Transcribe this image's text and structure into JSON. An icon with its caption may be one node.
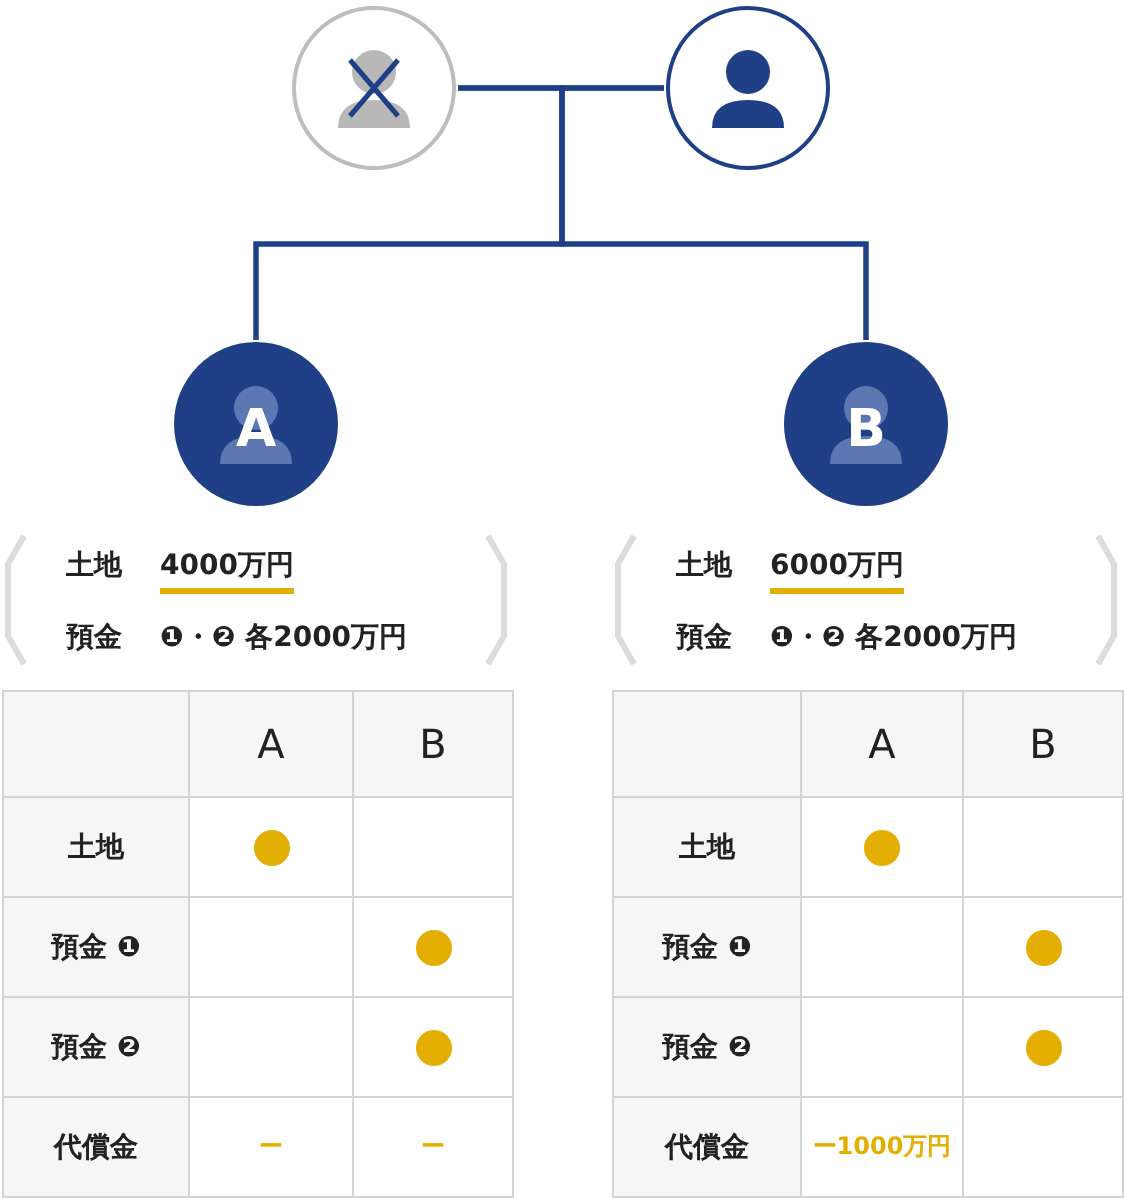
{
  "diagram": {
    "nodes": [
      {
        "text": [],
        "shape": "person"
      },
      {
        "text": [],
        "shape": "person"
      },
      {
        "text": [
          "A"
        ]
      },
      {
        "text": [
          "B"
        ]
      }
    ],
    "edges": [
      {
        "from": 0,
        "to": 1,
        "arrow": "none"
      },
      {
        "from": 0,
        "to": 2,
        "arrow": "none"
      },
      {
        "from": 0,
        "to": 3,
        "arrow": "none"
      },
      {
        "from": 1,
        "to": 2,
        "arrow": "none"
      },
      {
        "from": 1,
        "to": 3,
        "arrow": "none"
      }
    ],
    "labels": [
      "土地",
      "4000万円",
      "預金",
      "❶・❷ 各2000万円",
      "土地",
      "6000万円",
      "預金",
      "❶・❷ 各2000万円",
      "A",
      "B",
      "土地",
      "預金 ❶",
      "預金 ❷",
      "代償金",
      "ー",
      "ー",
      "A",
      "B",
      "土地",
      "預金 ❶",
      "預金 ❷",
      "代償金",
      "ー1000万円"
    ]
  }
}
